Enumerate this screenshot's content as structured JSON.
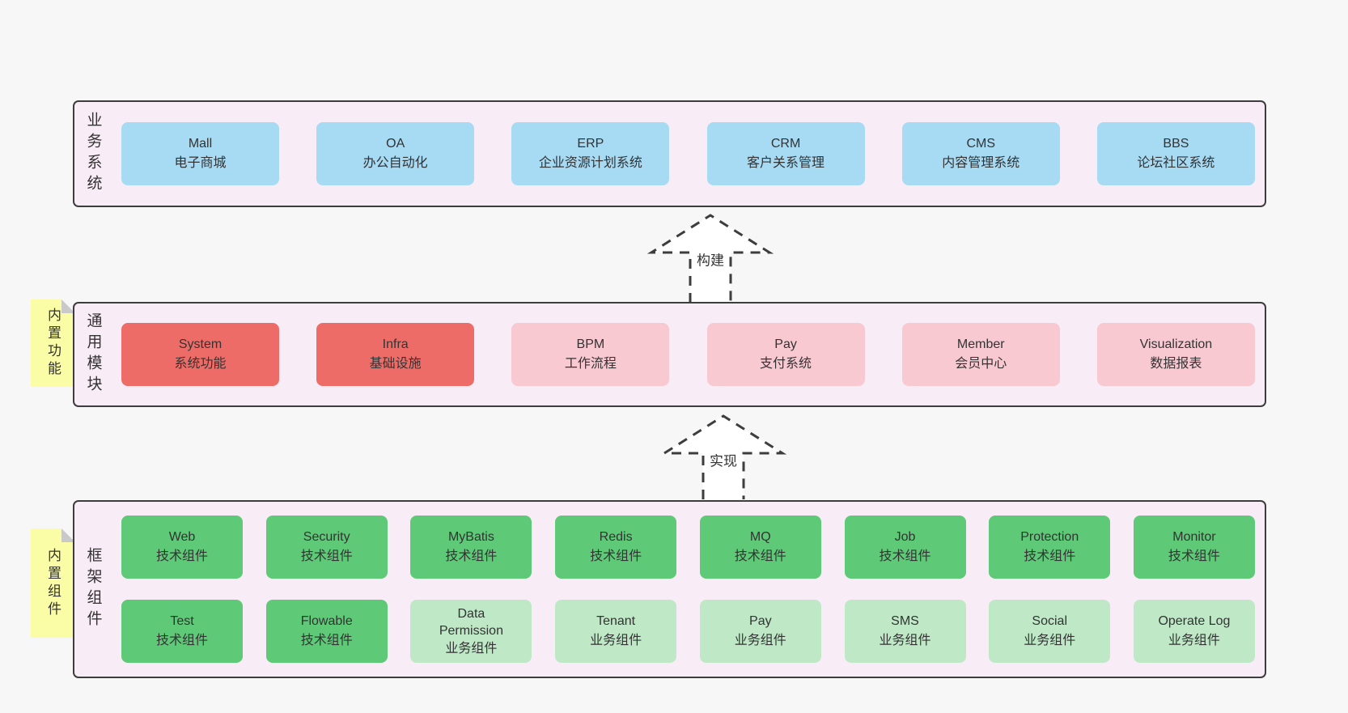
{
  "colors": {
    "page_bg": "#f7f7f7",
    "band_bg": "#f8edf6",
    "band_border": "#3d3d3d",
    "blue": "#a7daf3",
    "red": "#ee6c68",
    "pink": "#f9c9d2",
    "green_dark": "#5ec977",
    "green_light": "#bee8c6",
    "sticky_yellow": "#fafca6",
    "sticky_fold": "#c9c9c9",
    "text": "#333333"
  },
  "bands": {
    "business": {
      "label": "业务系统",
      "boxes": [
        {
          "name": "Mall",
          "desc": "电子商城"
        },
        {
          "name": "OA",
          "desc": "办公自动化"
        },
        {
          "name": "ERP",
          "desc": "企业资源计划系统"
        },
        {
          "name": "CRM",
          "desc": "客户关系管理"
        },
        {
          "name": "CMS",
          "desc": "内容管理系统"
        },
        {
          "name": "BBS",
          "desc": "论坛社区系统"
        }
      ]
    },
    "modules": {
      "label": "通用模块",
      "sticky": "内置功能",
      "boxes": [
        {
          "name": "System",
          "desc": "系统功能"
        },
        {
          "name": "Infra",
          "desc": "基础设施"
        },
        {
          "name": "BPM",
          "desc": "工作流程"
        },
        {
          "name": "Pay",
          "desc": "支付系统"
        },
        {
          "name": "Member",
          "desc": "会员中心"
        },
        {
          "name": "Visualization",
          "desc": "数据报表"
        }
      ]
    },
    "components": {
      "label": "框架组件",
      "sticky": "内置组件",
      "rows": [
        [
          {
            "name": "Web",
            "desc": "技术组件"
          },
          {
            "name": "Security",
            "desc": "技术组件"
          },
          {
            "name": "MyBatis",
            "desc": "技术组件"
          },
          {
            "name": "Redis",
            "desc": "技术组件"
          },
          {
            "name": "MQ",
            "desc": "技术组件"
          },
          {
            "name": "Job",
            "desc": "技术组件"
          },
          {
            "name": "Protection",
            "desc": "技术组件"
          },
          {
            "name": "Monitor",
            "desc": "技术组件"
          }
        ],
        [
          {
            "name": "Test",
            "desc": "技术组件"
          },
          {
            "name": "Flowable",
            "desc": "技术组件"
          },
          {
            "name": "Data Permission",
            "desc": "业务组件"
          },
          {
            "name": "Tenant",
            "desc": "业务组件"
          },
          {
            "name": "Pay",
            "desc": "业务组件"
          },
          {
            "name": "SMS",
            "desc": "业务组件"
          },
          {
            "name": "Social",
            "desc": "业务组件"
          },
          {
            "name": "Operate Log",
            "desc": "业务组件"
          }
        ]
      ]
    }
  },
  "arrows": [
    {
      "label": "构建"
    },
    {
      "label": "实现"
    }
  ]
}
